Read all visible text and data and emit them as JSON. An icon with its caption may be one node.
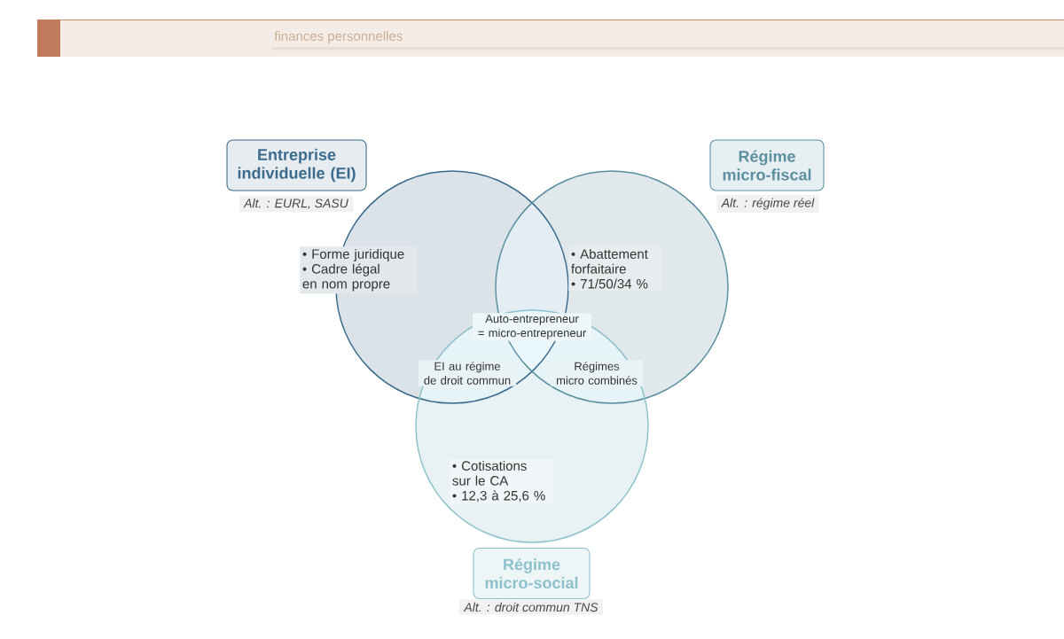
{
  "diagram": {
    "nodes": [
      {
        "text": [
          "Entreprise individuelle (EI)",
          "• Forme juridique",
          "• Cadre légal en nom propre"
        ],
        "beside": [
          "Alt. : EURL, SASU"
        ]
      },
      {
        "text": [
          "Régime micro-fiscal",
          "• Abattement forfaitaire",
          "• 71/50/34 %"
        ],
        "beside": [
          "Alt. : régime réel"
        ]
      },
      {
        "text": [
          "• Cotisations sur le CA",
          "• 12,3 à 25,6 %",
          "Régime micro-social"
        ],
        "beside": [
          "Alt. : droit commun TNS"
        ]
      }
    ],
    "labels": [
      "finances personnelles",
      "Auto-entrepreneur = micro-entrepreneur",
      "EI au régime de droit commun",
      "Régimes micro combinés"
    ]
  }
}
